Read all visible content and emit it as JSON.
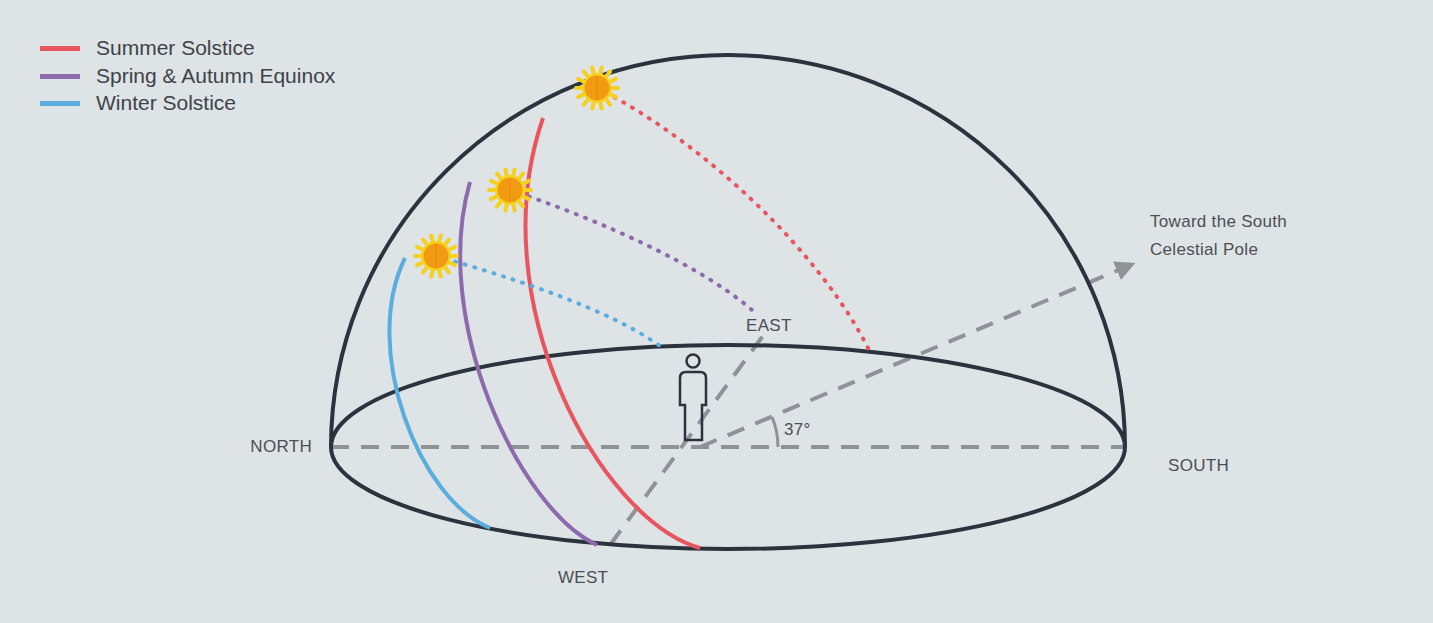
{
  "diagram": {
    "labels": [
      "NORTH",
      "SOUTH",
      "EAST",
      "WEST",
      "Toward the South Celestial Pole",
      "37°"
    ],
    "legend": [
      {
        "text": "Summer Solstice",
        "color": "#e9555f"
      },
      {
        "text": "Spring & Autumn Equinox",
        "color": "#8c6aad"
      },
      {
        "text": "Winter Solstice",
        "color": "#5badde"
      }
    ]
  }
}
